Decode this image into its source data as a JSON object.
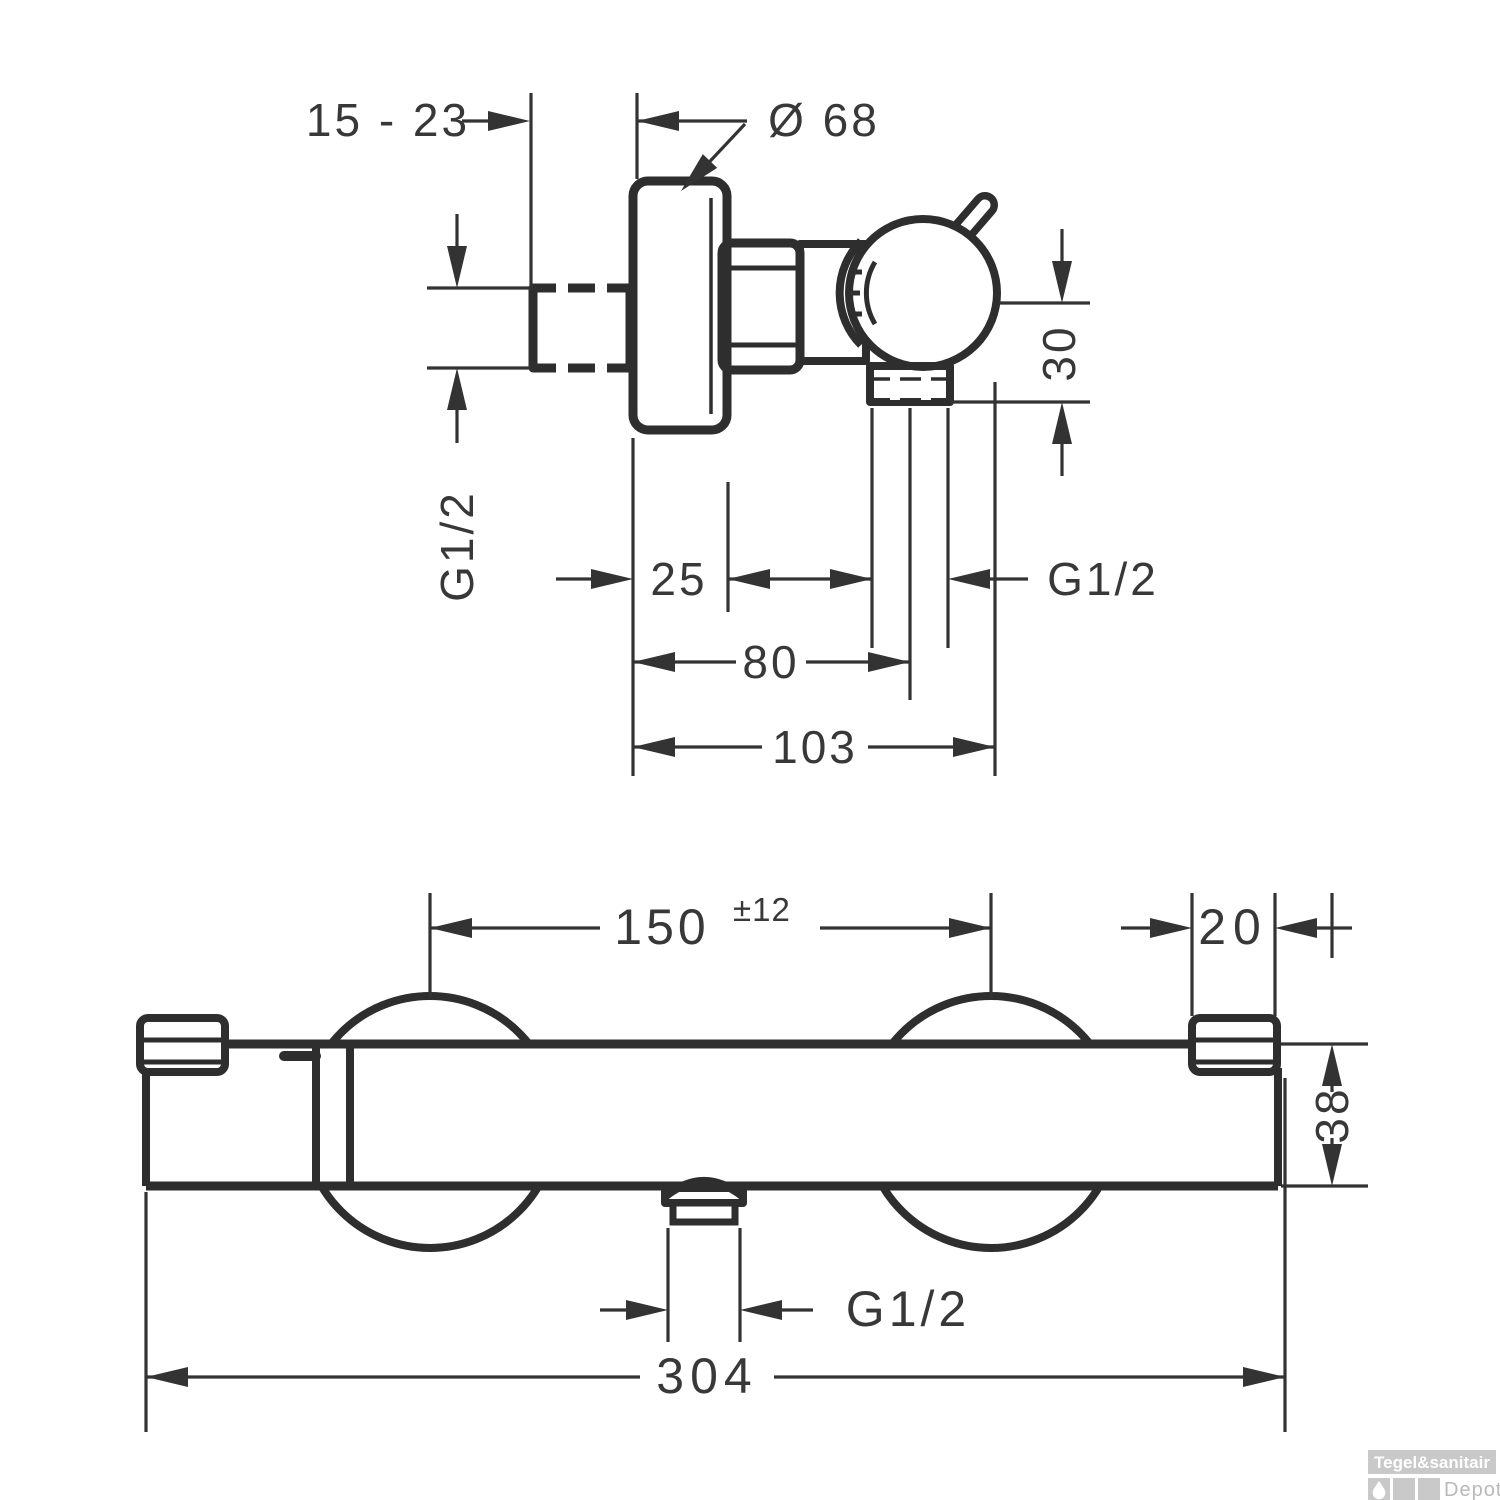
{
  "drawing": {
    "type": "technical-dimension-drawing",
    "views": [
      "side-view-shower-mixer",
      "front-view-shower-mixer-bar"
    ]
  },
  "side_view": {
    "wall_depth": "15 - 23",
    "flange_dia": "Ø 68",
    "inlet_thread": "G1/2",
    "flange_depth": "25",
    "outlet_drop": "30",
    "outlet_offset": "80",
    "projection": "103",
    "outlet_thread": "G1/2"
  },
  "front_view": {
    "center_distance": "150",
    "tolerance": "±12",
    "end_offset": "20",
    "height": "38",
    "outlet_thread": "G1/2",
    "total_width": "304"
  },
  "watermark": {
    "brand": "Tegel&sanitair",
    "sub": "Depot",
    "drop_icon": "water-drop",
    "gray": "#c9c9c9"
  },
  "colors": {
    "line": "#2e2e2e",
    "text": "#383838",
    "background": "#ffffff"
  }
}
